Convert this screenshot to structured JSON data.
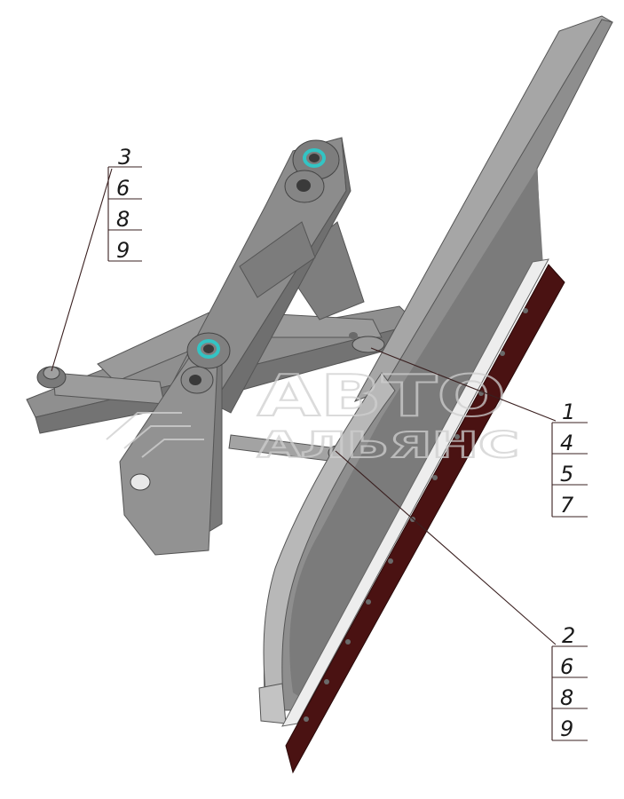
{
  "diagram": {
    "callouts": [
      {
        "id": "group-3",
        "numbers": [
          "3",
          "6",
          "8",
          "9"
        ]
      },
      {
        "id": "group-1",
        "numbers": [
          "1",
          "4",
          "5",
          "7"
        ]
      },
      {
        "id": "group-2",
        "numbers": [
          "2",
          "6",
          "8",
          "9"
        ]
      }
    ],
    "watermark": {
      "line1": "АВТО",
      "line2": "АЛЬЯНС"
    },
    "colors": {
      "metal": "#8a8a8a",
      "metal_light": "#a9a9a9",
      "metal_dark": "#6a6a6a",
      "cutting_edge": "#4a1212",
      "bushing": "#33c4c4",
      "leader_line": "#3a2020"
    }
  }
}
